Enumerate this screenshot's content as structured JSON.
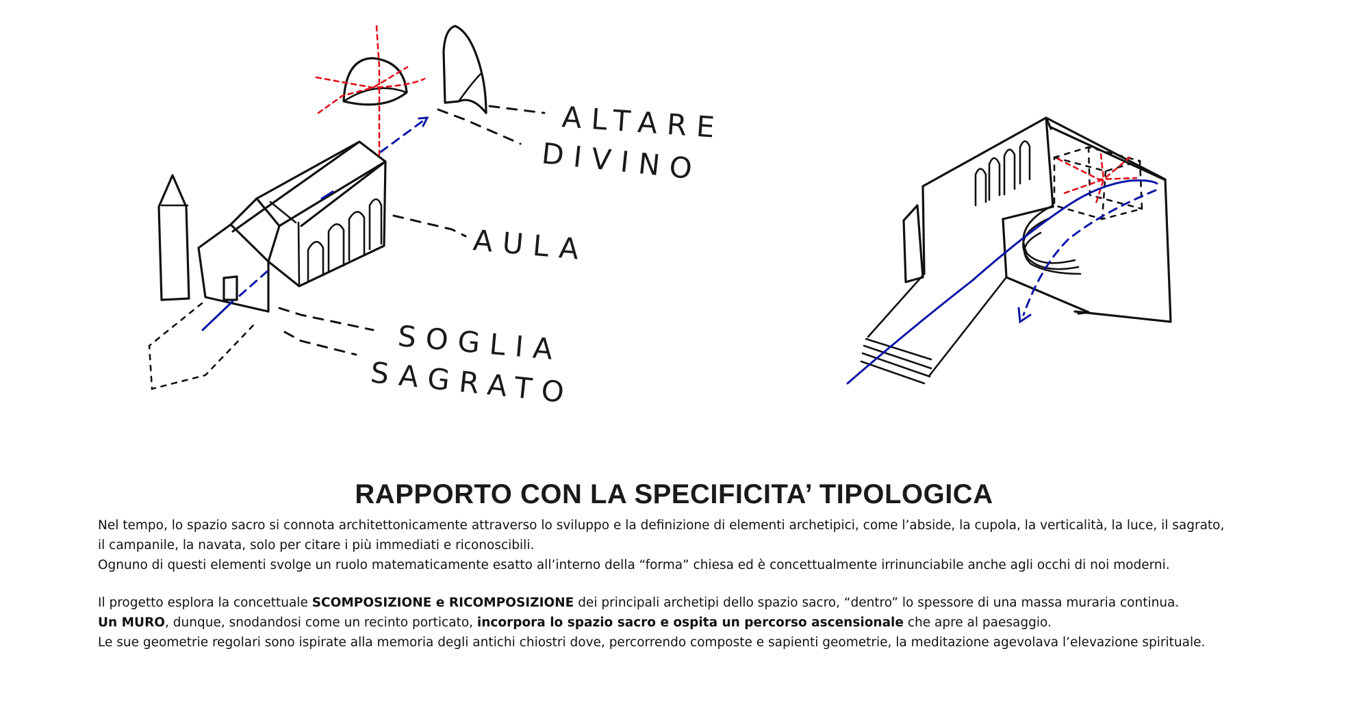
{
  "labels": {
    "altare": "ALTARE",
    "divino": "DIVINO",
    "aula": "AULA",
    "soglia": "SOGLIA",
    "sagrato": "SAGRATO"
  },
  "title": "RAPPORTO CON LA SPECIFICITA’ TIPOLOGICA",
  "paragraph1": {
    "line1": "Nel tempo, lo spazio sacro si connota architettonicamente attraverso lo sviluppo e la definizione di elementi archetipici, come l’abside, la cupola, la verticalità, la luce, il sagrato,",
    "line2": "il campanile, la navata, solo per citare i più immediati e riconoscibili.",
    "line3": "Ognuno di questi elementi svolge un ruolo matematicamente esatto all’interno della “forma” chiesa ed è concettualmente irrinunciabile anche agli occhi di noi moderni."
  },
  "paragraph2": {
    "l1_a": "Il progetto esplora la concettuale ",
    "l1_b": "SCOMPOSIZIONE e  RICOMPOSIZIONE",
    "l1_c": " dei principali archetipi dello spazio sacro, “dentro” lo spessore di una massa muraria continua.",
    "l2_a": "Un MURO",
    "l2_b": ", dunque, snodandosi come un recinto porticato, ",
    "l2_c": "incorpora lo spazio sacro e ospita un percorso ascensionale",
    "l2_d": " che apre al paesaggio.",
    "l3": "Le sue geometrie regolari sono ispirate alla memoria degli antichi chiostri dove, percorrendo composte e sapienti geometrie, la meditazione agevolava l’elevazione spirituale."
  }
}
